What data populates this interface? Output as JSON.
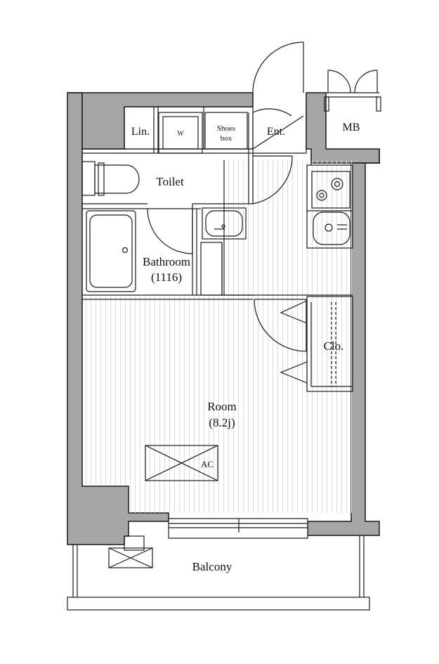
{
  "labels": {
    "lin": "Lin.",
    "washer": "W",
    "shoes_line1": "Shoes",
    "shoes_line2": "box",
    "ent": "Ent.",
    "mb": "MB",
    "toilet": "Toilet",
    "bathroom": "Bathroom",
    "bathroom_size": "(1116)",
    "closet": "Clo.",
    "room": "Room",
    "room_size": "(8.2j)",
    "ac": "AC",
    "balcony": "Balcony"
  },
  "colors": {
    "wall": "#a6a6a6",
    "line": "#1a1a1a",
    "floor_stripe": "#dcdcdc",
    "background": "#ffffff"
  },
  "floor_pattern": "vertical-stripes"
}
